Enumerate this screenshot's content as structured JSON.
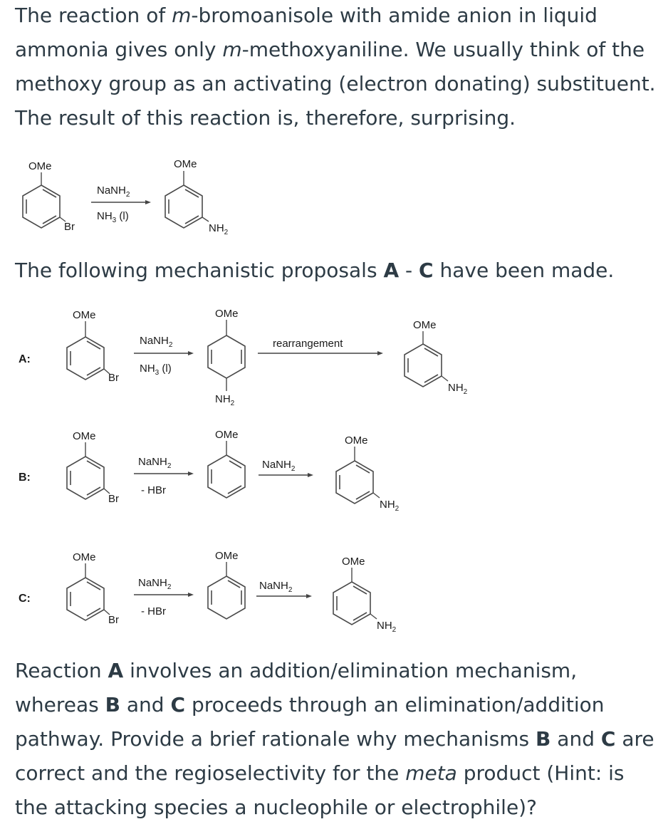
{
  "intro": {
    "part1": "The reaction of ",
    "m1": "m",
    "part2": "-bromoanisole with amide anion in liquid ammonia gives only ",
    "m2": "m",
    "part3": "-methoxyaniline. We usually think of the methoxy group as an activating (electron donating) substituent. The result of this reaction is, therefore, surprising."
  },
  "mech_heading": {
    "part1": "The following mechanistic proposals ",
    "a": "A",
    "dash": " - ",
    "c": "C",
    "part2": " have been made."
  },
  "conclusion": {
    "p1": "Reaction ",
    "a": "A",
    "p2": " involves an addition/elimination mechanism, whereas ",
    "b1": "B",
    "p3": " and ",
    "c1": "C",
    "p4": " proceeds through an elimination/addition pathway. Provide a brief rationale why mechanisms ",
    "b2": "B",
    "p5": " and ",
    "c2": "C",
    "p6": " are correct and the regioselectivity for the ",
    "meta": "meta",
    "p7": " product (Hint: is the attacking species a nucleophile or electrophile)?"
  },
  "chem": {
    "ome": "OMe",
    "br": "Br",
    "nh": "NH",
    "nh_sub": "2",
    "nanh": "NaNH",
    "nanh_sub": "2",
    "nh3": "NH",
    "nh3_sub": "3",
    "nh3_state": " (l)",
    "rearrangement": "rearrangement",
    "minus_hbr": "- HBr"
  },
  "rows": [
    {
      "label": "A:"
    },
    {
      "label": "B:"
    },
    {
      "label": "C:"
    }
  ]
}
